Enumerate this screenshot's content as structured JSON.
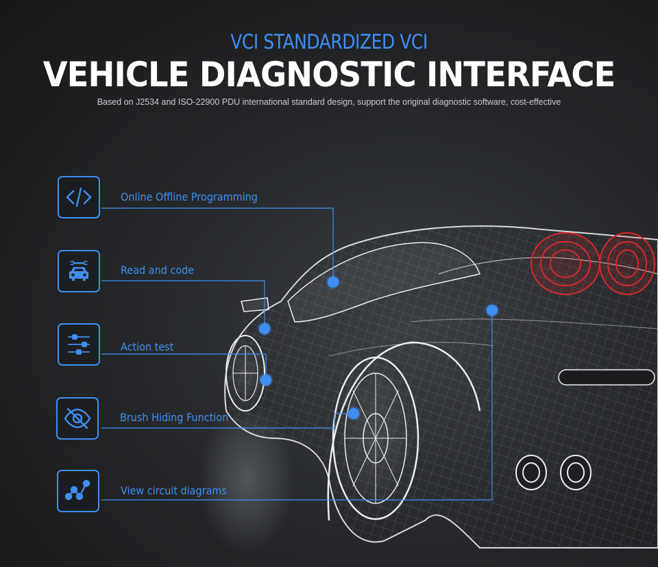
{
  "header": {
    "subtitle": "VCI STANDARDIZED VCI",
    "title": "VEHICLE DIAGNOSTIC INTERFACE",
    "description": "Based on J2534 and ISO-22900 PDU international standard design, support the original diagnostic software, cost-effective"
  },
  "features": [
    {
      "label": "Online Offline Programming",
      "icon": "code-icon"
    },
    {
      "label": "Read and code",
      "icon": "car-wrench-icon"
    },
    {
      "label": "Action test",
      "icon": "sliders-icon"
    },
    {
      "label": "Brush Hiding Function",
      "icon": "eye-slash-icon"
    },
    {
      "label": "View circuit diagrams",
      "icon": "circuit-nodes-icon"
    }
  ],
  "colors": {
    "accent": "#3f8ff2",
    "taillight": "#d42a2a",
    "wireframe": "#e6e8ec"
  }
}
